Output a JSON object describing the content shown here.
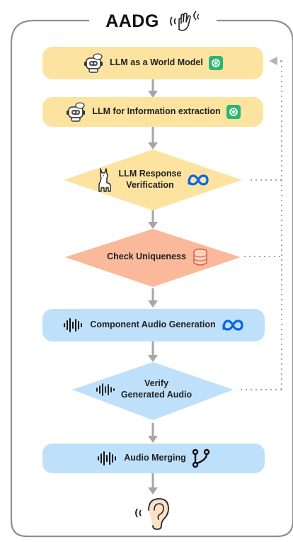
{
  "title": "AADG",
  "colors": {
    "llm": "#fde3a0",
    "check": "#f9b99a",
    "audio": "#bfe0fa",
    "arrow": "#a6a6a6",
    "frame": "#8f8f8f",
    "gpt": "#2bb673",
    "meta": "#0a66e8"
  },
  "nodes": [
    {
      "id": "world-model",
      "lines": [
        "LLM as a World Model"
      ],
      "icons": [
        "robot-icon",
        "chatgpt-icon"
      ]
    },
    {
      "id": "info-extraction",
      "lines": [
        "LLM for Information extraction"
      ],
      "icons": [
        "robot-icon",
        "chatgpt-icon"
      ]
    },
    {
      "id": "response-verification",
      "lines": [
        "LLM Response",
        "Verification"
      ],
      "icons": [
        "llama-icon",
        "meta-icon"
      ]
    },
    {
      "id": "check-uniqueness",
      "lines": [
        "Check Uniqueness"
      ],
      "icons": [
        "database-icon"
      ]
    },
    {
      "id": "component-audio-generation",
      "lines": [
        "Component Audio Generation"
      ],
      "icons": [
        "waveform-icon",
        "meta-icon"
      ]
    },
    {
      "id": "verify-audio",
      "lines": [
        "Verify",
        "Generated Audio"
      ],
      "icons": [
        "waveform-icon"
      ]
    },
    {
      "id": "audio-merging",
      "lines": [
        "Audio Merging"
      ],
      "icons": [
        "waveform-icon",
        "merge-icon"
      ]
    }
  ],
  "end_icon": "ear-icon",
  "title_icon": "speaking-hand-icon"
}
